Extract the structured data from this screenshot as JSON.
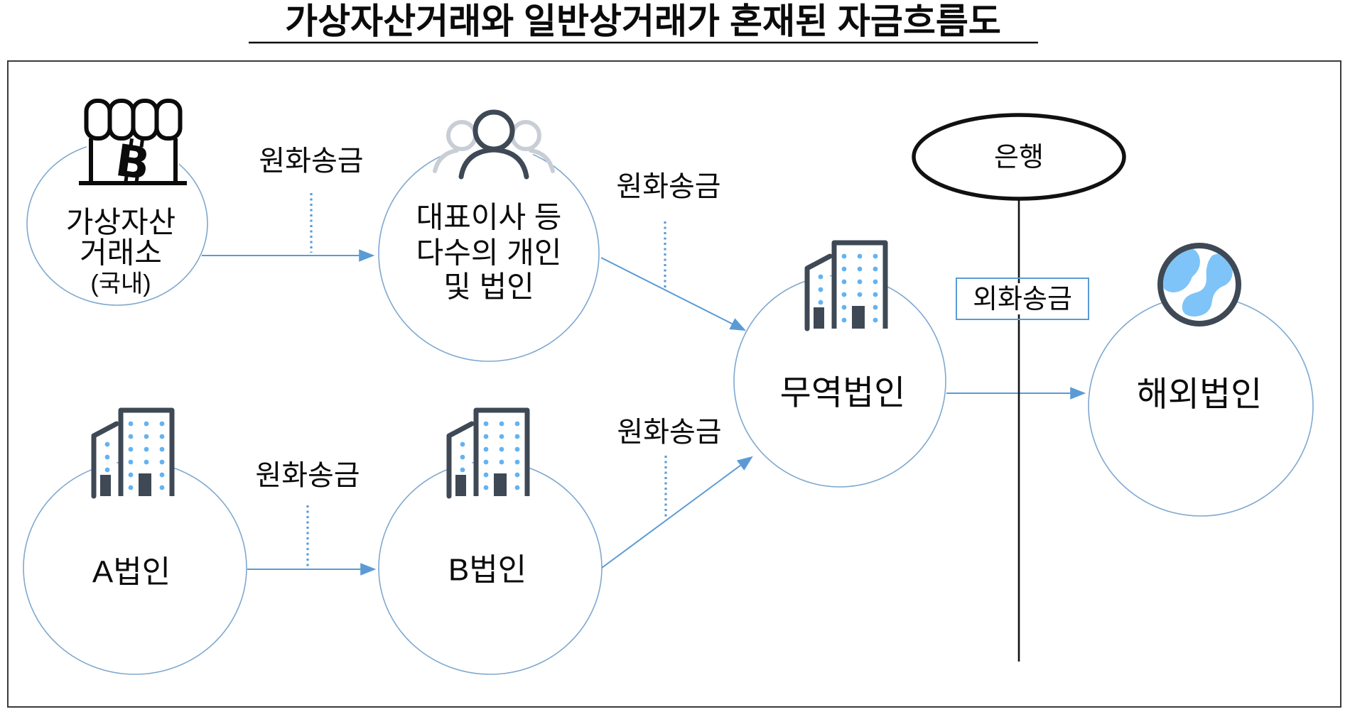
{
  "title": "가상자산거래와 일반상거래가 혼재된 자금흐름도",
  "colors": {
    "arrow": "#5B9BD5",
    "node_ring": "#7FA8CF",
    "icon_dark": "#3E4955",
    "icon_blue": "#63B3F2",
    "icon_gray": "#C9CED6",
    "globe_land": "#7EC4F8",
    "red": "#FF0000",
    "ink": "#0B0B0B"
  },
  "nodes": {
    "exchange": {
      "lines": [
        "가상자산",
        "거래소",
        "(국내)"
      ]
    },
    "ceo": {
      "lines": [
        "대표이사 등",
        "다수의 개인",
        "및 법인"
      ]
    },
    "trade": {
      "label": "무역법인"
    },
    "corp_a": {
      "label": "A법인"
    },
    "corp_b": {
      "label": "B법인"
    },
    "overseas": {
      "label": "해외법인"
    },
    "bank": {
      "label": "은행"
    }
  },
  "edges": {
    "krw1": {
      "label": "원화송금"
    },
    "krw2": {
      "label": "원화송금"
    },
    "krw3": {
      "label": "원화송금"
    },
    "krw4": {
      "label": "원화송금"
    },
    "fx": {
      "label": "외화송금"
    }
  },
  "icon_names": {
    "exchange": "bitcoin-storefront-icon",
    "ceo": "people-icon",
    "buildings": "buildings-icon",
    "overseas": "globe-icon"
  }
}
